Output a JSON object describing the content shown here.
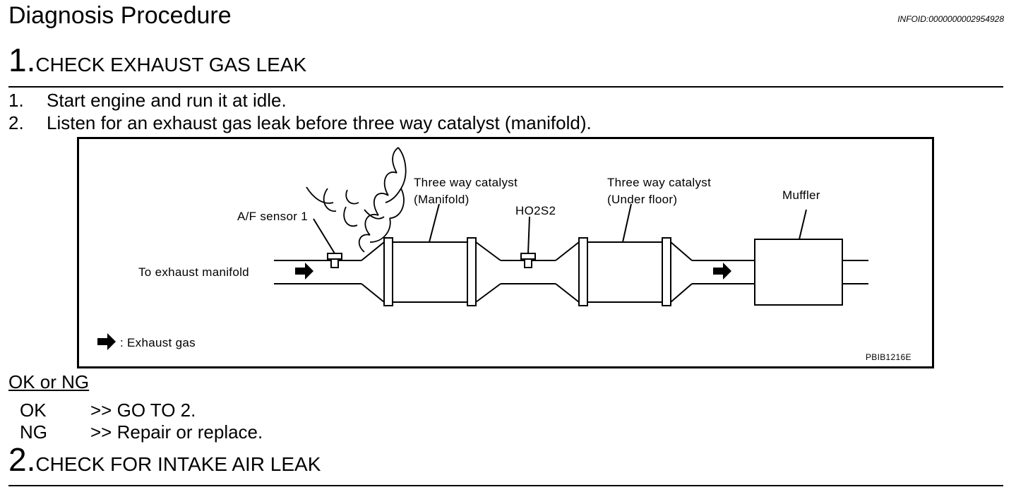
{
  "header": {
    "title": "Diagnosis Procedure",
    "infoid": "INFOID:0000000002954928"
  },
  "step1": {
    "number": "1.",
    "heading": "CHECK EXHAUST GAS LEAK",
    "instructions": [
      {
        "n": "1.",
        "text": "Start engine and run it at idle."
      },
      {
        "n": "2.",
        "text": "Listen for an exhaust gas leak before three way catalyst (manifold)."
      }
    ]
  },
  "figure": {
    "labels": {
      "to_manifold": "To exhaust manifold",
      "af_sensor": "A/F sensor 1",
      "twc_manifold_1": "Three way catalyst",
      "twc_manifold_2": "(Manifold)",
      "ho2s2": "HO2S2",
      "twc_under_1": "Three way catalyst",
      "twc_under_2": "(Under floor)",
      "muffler": "Muffler",
      "legend": ": Exhaust gas",
      "code": "PBIB1216E"
    }
  },
  "result": {
    "heading": "OK or NG",
    "items": [
      {
        "key": "OK",
        "text": ">> GO TO 2."
      },
      {
        "key": "NG",
        "text": ">> Repair or replace."
      }
    ]
  },
  "step2": {
    "number": "2.",
    "heading": "CHECK FOR INTAKE AIR LEAK"
  }
}
